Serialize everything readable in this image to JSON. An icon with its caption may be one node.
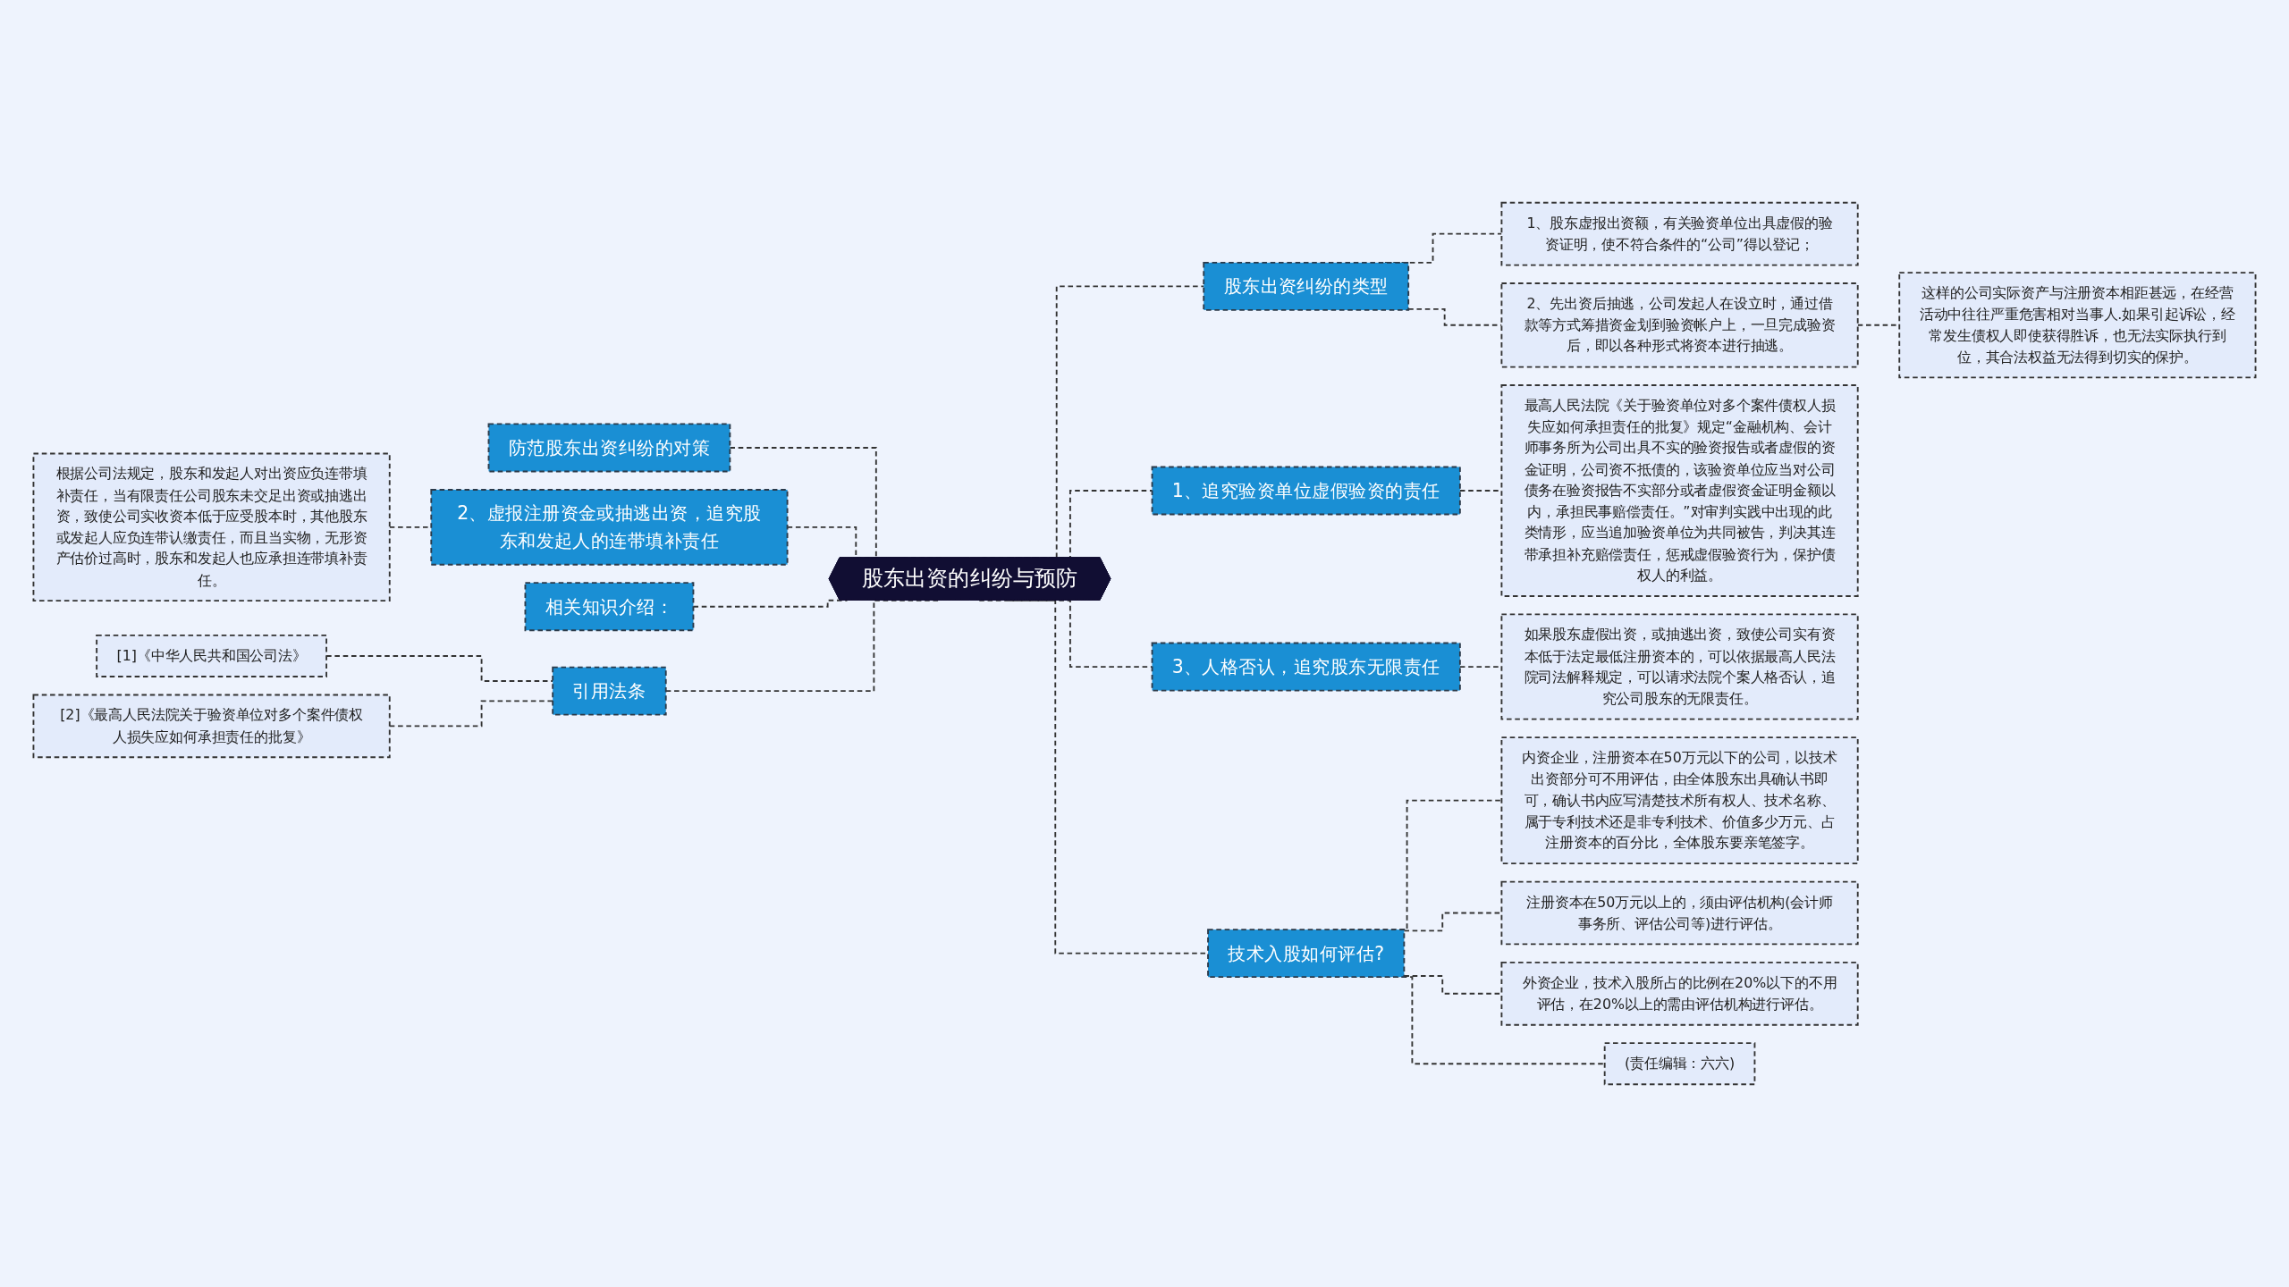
{
  "diagram": {
    "nodes": [
      {
        "text": [
          "股东出资的纠纷与预防"
        ]
      },
      {
        "text": [
          "股东出资纠纷的类型"
        ]
      },
      {
        "text": [
          "1、股东虚报出资额，有关验资单位出具虚假的验资证明，使不符合条件的“公司”得以登记；"
        ]
      },
      {
        "text": [
          "2、先出资后抽逃，公司发起人在设立时，通过借款等方式筹措资金划到验资帐户上，一旦完成验资后，即以各种形式将资本进行抽逃。"
        ]
      },
      {
        "text": [
          "这样的公司实际资产与注册资本相距甚远，在经营活动中往往严重危害相对当事人.如果引起诉讼，经常发生债权人即使获得胜诉，也无法实际执行到位，其合法权益无法得到切实的保护。"
        ]
      },
      {
        "text": [
          "1、追究验资单位虚假验资的责任"
        ]
      },
      {
        "text": [
          "最高人民法院《关于验资单位对多个案件债权人损失应如何承担责任的批复》规定“金融机构、会计师事务所为公司出具不实的验资报告或者虚假的资金证明，公司资不抵债的，该验资单位应当对公司债务在验资报告不实部分或者虚假资金证明金额以内，承担民事赔偿责任。”对审判实践中出现的此类情形，应当追加验资单位为共同被告，判决其连带承担补充赔偿责任，惩戒虚假验资行为，保护债权人的利益。"
        ]
      },
      {
        "text": [
          "3、人格否认，追究股东无限责任"
        ]
      },
      {
        "text": [
          "如果股东虚假出资，或抽逃出资，致使公司实有资本低于法定最低注册资本的，可以依据最高人民法院司法解释规定，可以请求法院个案人格否认，追究公司股东的无限责任。"
        ]
      },
      {
        "text": [
          "技术入股如何评估?"
        ]
      },
      {
        "text": [
          "内资企业，注册资本在50万元以下的公司，以技术出资部分可不用评估，由全体股东出具确认书即可，确认书内应写清楚技术所有权人、技术名称、属于专利技术还是非专利技术、价值多少万元、占注册资本的百分比，全体股东要亲笔签字。"
        ]
      },
      {
        "text": [
          "注册资本在50万元以上的，须由评估机构(会计师事务所、评估公司等)进行评估。"
        ]
      },
      {
        "text": [
          "外资企业，技术入股所占的比例在20%以下的不用评估，在20%以上的需由评估机构进行评估。"
        ]
      },
      {
        "text": [
          "(责任编辑：六六)"
        ]
      },
      {
        "text": [
          "防范股东出资纠纷的对策"
        ]
      },
      {
        "text": [
          "2、虚报注册资金或抽逃出资，追究股东和发起人的连带填补责任"
        ]
      },
      {
        "text": [
          "根据公司法规定，股东和发起人对出资应负连带填补责任，当有限责任公司股东未交足出资或抽逃出资，致使公司实收资本低于应受股本时，其他股东或发起人应负连带认缴责任，而且当实物，无形资产估价过高时，股东和发起人也应承担连带填补责任。"
        ]
      },
      {
        "text": [
          "相关知识介绍："
        ]
      },
      {
        "text": [
          "引用法条"
        ]
      },
      {
        "text": [
          "[1]《中华人民共和国公司法》"
        ]
      },
      {
        "text": [
          "[2]《最高人民法院关于验资单位对多个案件债权人损失应如何承担责任的批复》"
        ]
      }
    ],
    "edges": [
      {
        "from": 0,
        "to": 1,
        "arrow": "none",
        "style": "dashed"
      },
      {
        "from": 1,
        "to": 2,
        "arrow": "none",
        "style": "dashed"
      },
      {
        "from": 1,
        "to": 3,
        "arrow": "none",
        "style": "dashed"
      },
      {
        "from": 3,
        "to": 4,
        "arrow": "none",
        "style": "dashed"
      },
      {
        "from": 0,
        "to": 5,
        "arrow": "none",
        "style": "dashed"
      },
      {
        "from": 5,
        "to": 6,
        "arrow": "none",
        "style": "dashed"
      },
      {
        "from": 0,
        "to": 7,
        "arrow": "none",
        "style": "dashed"
      },
      {
        "from": 7,
        "to": 8,
        "arrow": "none",
        "style": "dashed"
      },
      {
        "from": 0,
        "to": 9,
        "arrow": "none",
        "style": "dashed"
      },
      {
        "from": 9,
        "to": 10,
        "arrow": "none",
        "style": "dashed"
      },
      {
        "from": 9,
        "to": 11,
        "arrow": "none",
        "style": "dashed"
      },
      {
        "from": 9,
        "to": 12,
        "arrow": "none",
        "style": "dashed"
      },
      {
        "from": 9,
        "to": 13,
        "arrow": "none",
        "style": "dashed"
      },
      {
        "from": 0,
        "to": 14,
        "arrow": "none",
        "style": "dashed"
      },
      {
        "from": 0,
        "to": 15,
        "arrow": "none",
        "style": "dashed"
      },
      {
        "from": 15,
        "to": 16,
        "arrow": "none",
        "style": "dashed"
      },
      {
        "from": 0,
        "to": 17,
        "arrow": "none",
        "style": "dashed"
      },
      {
        "from": 0,
        "to": 18,
        "arrow": "none",
        "style": "dashed"
      },
      {
        "from": 18,
        "to": 19,
        "arrow": "none",
        "style": "dashed"
      },
      {
        "from": 18,
        "to": 20,
        "arrow": "none",
        "style": "dashed"
      }
    ]
  }
}
